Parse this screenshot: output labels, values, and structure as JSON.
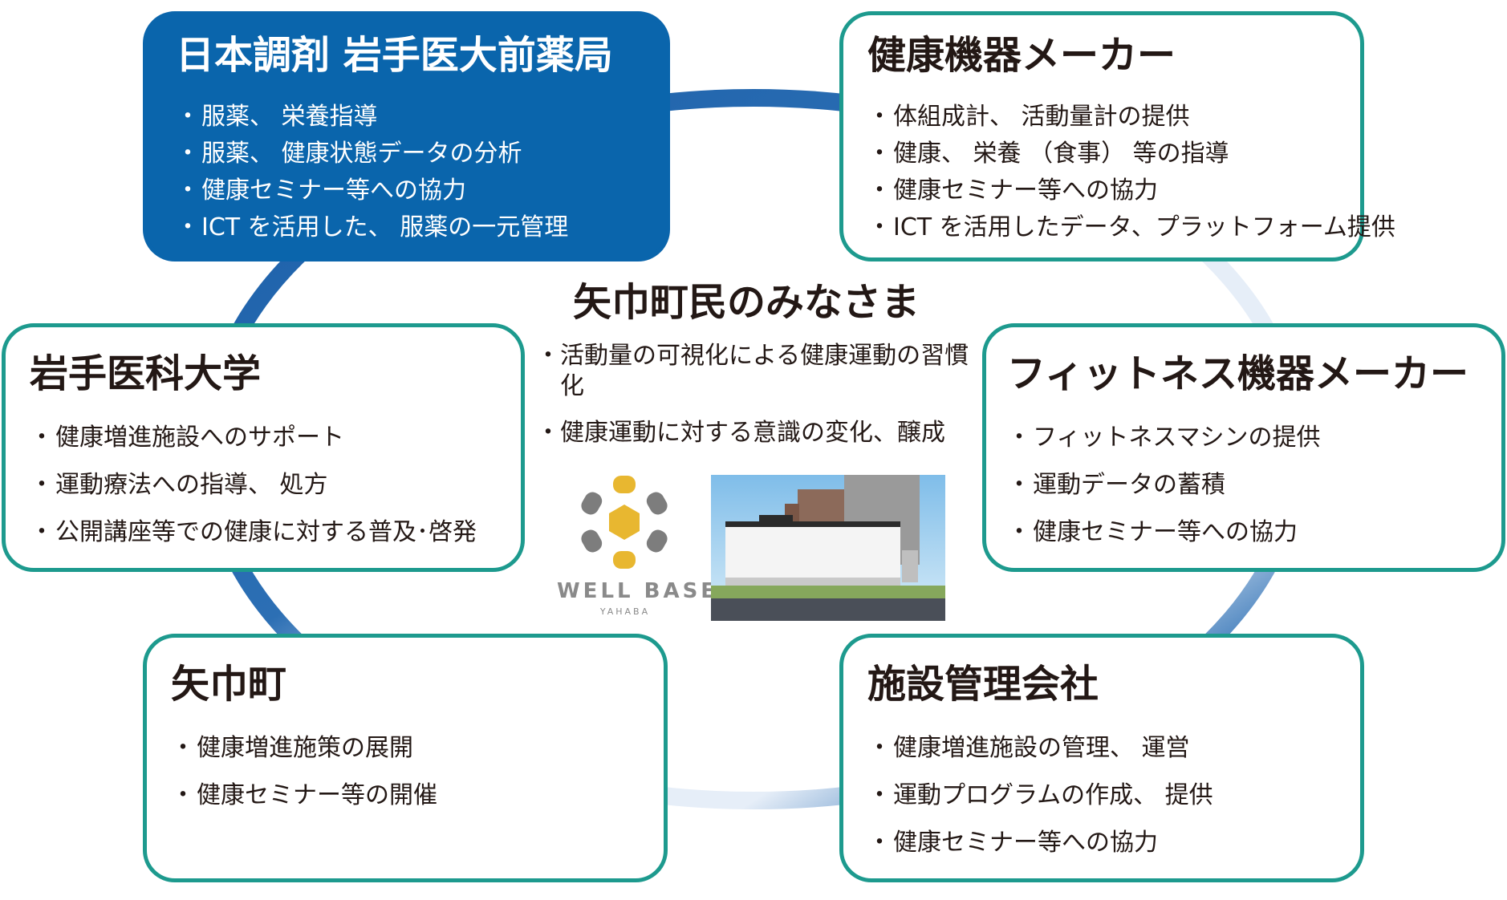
{
  "center": {
    "title": "矢巾町民のみなさま",
    "items": [
      "活動量の可視化による健康運動の習慣化",
      "健康運動に対する意識の変化、醸成"
    ]
  },
  "logo": {
    "name": "WELL BASE",
    "sub": "YAHABA"
  },
  "boxes": {
    "pharmacy": {
      "title": "日本調剤 岩手医大前薬局",
      "items": [
        "服薬、 栄養指導",
        "服薬、 健康状態データの分析",
        "健康セミナー等への協力",
        "ICT を活用した、 服薬の一元管理"
      ]
    },
    "health": {
      "title": "健康機器メーカー",
      "items": [
        "体組成計、 活動量計の提供",
        "健康、 栄養 （食事） 等の指導",
        "健康セミナー等への協力",
        "ICT を活用したデータ、プラットフォーム提供"
      ]
    },
    "univ": {
      "title": "岩手医科大学",
      "items": [
        "健康増進施設へのサポート",
        "運動療法への指導、 処方",
        "公開講座等での健康に対する普及･啓発"
      ]
    },
    "fitness": {
      "title": "フィットネス機器メーカー",
      "items": [
        "フィットネスマシンの提供",
        "運動データの蓄積",
        "健康セミナー等への協力"
      ]
    },
    "town": {
      "title": "矢巾町",
      "items": [
        "健康増進施策の展開",
        "健康セミナー等の開催"
      ]
    },
    "facility": {
      "title": "施設管理会社",
      "items": [
        "健康増進施設の管理、 運営",
        "運動プログラムの作成、 提供",
        "健康セミナー等への協力"
      ]
    }
  },
  "colors": {
    "ring_dark": "#1a5ea8",
    "ring_light": "#e6eef8",
    "box_border": "#1d9a8e",
    "box_filled": "#0a65ac",
    "logo_gray": "#7d7d7d",
    "logo_yellow": "#e8b730"
  }
}
